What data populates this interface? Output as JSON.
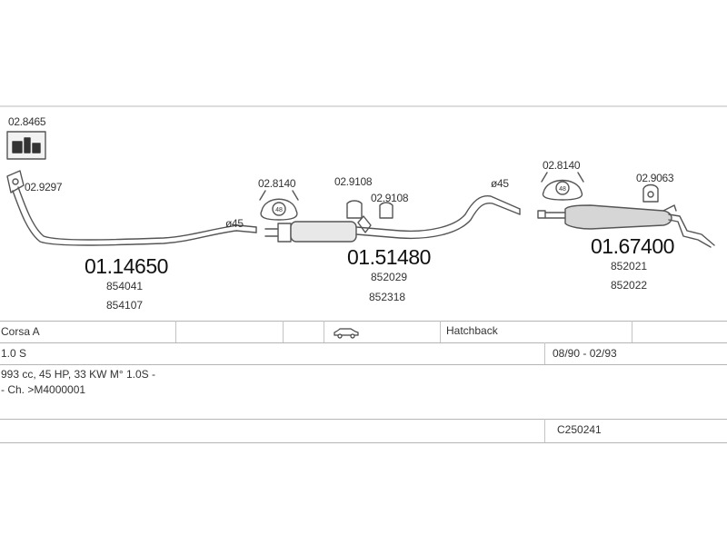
{
  "parts": {
    "kit_box": "02.8465",
    "clamp_front": "02.9297",
    "front_pipe": {
      "number": "01.14650",
      "refs": [
        "854041",
        "854107"
      ],
      "diameter": "ø45"
    },
    "middle_mount": "02.8140",
    "middle_clips": [
      "02.9108",
      "02.9108"
    ],
    "middle_muffler": {
      "number": "01.51480",
      "refs": [
        "852029",
        "852318"
      ],
      "diameter": "ø45"
    },
    "rear_mount": "02.8140",
    "rear_clip": "02.9063",
    "rear_muffler": {
      "number": "01.67400",
      "refs": [
        "852021",
        "852022"
      ]
    }
  },
  "mount_center_label": "48",
  "vehicle": {
    "model": "Corsa A",
    "body": "Hatchback",
    "body_icon": "car-icon",
    "engine": "1.0 S",
    "period": "08/90 - 02/93",
    "spec": "993 cc, 45 HP, 33 KW M° 1.0S -",
    "chassis": "- Ch. >M4000001",
    "code": "C250241"
  },
  "colors": {
    "line": "#555555",
    "rule": "#b5b5b5",
    "text": "#222222"
  }
}
